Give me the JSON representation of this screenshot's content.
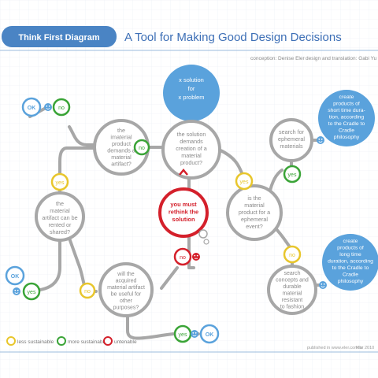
{
  "header": {
    "logo_text": "Think First Diagram",
    "title": "A Tool for Making Good Design Decisions",
    "credit_concept": "conception: Denise Eler",
    "credit_design": "design and translation: Gabi Yu"
  },
  "nodes": {
    "start": [
      "x solution",
      "for",
      "x problem"
    ],
    "q_demands": [
      "the solution",
      "demands",
      "creation of a",
      "material",
      "product?"
    ],
    "q_immaterial": [
      "the",
      "imaterial",
      "product",
      "demands a",
      "material",
      "artifact?"
    ],
    "q_rented": [
      "the",
      "material",
      "artifact can be",
      "rented or",
      "shared?"
    ],
    "q_useful": [
      "will the",
      "acquired",
      "material artifact",
      "be useful for",
      "other",
      "purposes?"
    ],
    "q_ephemeral": [
      "is the",
      "material",
      "product  for a",
      "ephemeral",
      "event?"
    ],
    "search_ephemeral": [
      "search for",
      "ephemeral",
      "materials"
    ],
    "search_durable": [
      "search",
      "concepts and",
      "durable",
      "material",
      "resistant",
      "to fashion"
    ],
    "rethink": [
      "you must",
      "rethink the",
      "solution"
    ],
    "cradle_short": [
      "create",
      "products of",
      "short time dura-",
      "tion, according",
      "to the Cradle to",
      "Cradle",
      "philosophy"
    ],
    "cradle_long": [
      "create",
      "products of",
      "long  time",
      "duration, according",
      "to the Cradle to",
      "Cradle",
      "philosophy"
    ]
  },
  "answers": {
    "no": "no",
    "yes": "yes",
    "ok": "OK"
  },
  "legend": [
    {
      "label": "less sustainable",
      "color": "#e8c62c"
    },
    {
      "label": "more sustainable",
      "color": "#3aa437"
    },
    {
      "label": "untenable",
      "color": "#d4202b"
    }
  ],
  "footer": {
    "published": "published in www.eler.com.br",
    "date": "Mar 2010"
  },
  "colors": {
    "grey_node": "#a7a7a7",
    "blue": "#5aa2dc",
    "yellow": "#e8c62c",
    "green": "#3aa437",
    "red": "#d4202b",
    "title_blue": "#3d6fb6"
  }
}
